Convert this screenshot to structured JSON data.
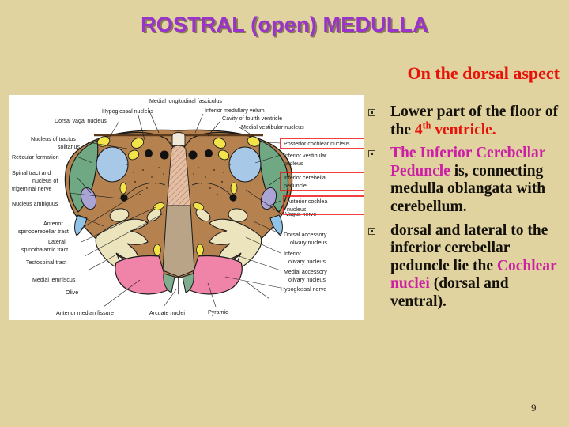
{
  "slide": {
    "title": "ROSTRAL (open) MEDULLA",
    "subtitle": "On the dorsal aspect",
    "page_number": "9",
    "background_color": "#e0d3a0",
    "title_color": "#9933cc",
    "subtitle_color": "#e81208",
    "accent_magenta": "#cc1fa5",
    "accent_red": "#e81208",
    "highlight_box_color": "#ee1111"
  },
  "bullets": [
    {
      "id": "bullet-1",
      "marker": "square-dot-bullet",
      "runs": [
        {
          "text": "Lower part of the floor of the ",
          "color": "black"
        },
        {
          "text": "4",
          "color": "red"
        },
        {
          "text": "th",
          "color": "red",
          "sup": true
        },
        {
          "text": " ventricle.",
          "color": "red"
        }
      ]
    },
    {
      "id": "bullet-2",
      "marker": "square-dot-bullet",
      "runs": [
        {
          "text": "The Inferior Cerebellar Peduncle",
          "color": "magenta"
        },
        {
          "text": " is, connecting medulla oblangata with cerebellum.",
          "color": "black"
        }
      ]
    },
    {
      "id": "bullet-3",
      "marker": "square-dot-bullet",
      "runs": [
        {
          "text": "dorsal and lateral to the inferior cerebellar peduncle lie the ",
          "color": "black"
        },
        {
          "text": "Cochlear nuclei",
          "color": "magenta"
        },
        {
          "text": " (dorsal and ventral).",
          "color": "black"
        }
      ]
    }
  ],
  "figure": {
    "name": "rostral-open-medulla-cross-section",
    "labels_left": [
      "Nucleus of tractus",
      "solitarius",
      "Reticular formation",
      "Spinal tract and",
      "nucleus of",
      "trigeminal nerve",
      "Nucleus ambiguus",
      "Anterior",
      "spinocerebellar tract",
      "Lateral",
      "spinothalamic tract",
      "Tectospinal tract",
      "Medial lemniscus",
      "Olive"
    ],
    "labels_top": [
      "Medial longitudinal fasciculus",
      "Hypoglossal nucleus",
      "Dorsal vagal nucleus",
      "Inferior medullary velum",
      "Cavity of fourth ventricle",
      "Medial vestibular nucleus"
    ],
    "labels_right": [
      "Posterior cochlear nucleus",
      "Inferior vestibular",
      "nucleus",
      "Inferior cerebella",
      "peduncle",
      "Anterior cochlea",
      "nucleus",
      "Vagus nerve",
      "Dorsal accessory",
      "olivary nucleus",
      "Inferior",
      "olivary nucleus",
      "Medial accessory",
      "olivary nucleus",
      "Hypoglossal nerve"
    ],
    "labels_bottom": [
      "Anterior median fissure",
      "Arcuate nuclei",
      "Pyramid"
    ],
    "highlighted_labels": [
      "Posterior cochlear nucleus",
      "Inferior cerebella peduncle",
      "Anterior cochlea nucleus"
    ],
    "structure_colors": {
      "tegmentum": "#b5824f",
      "cochlear_peduncle_green": "#6fa882",
      "inferior_olivary_cream": "#ece4bd",
      "ventricle_blue": "#a8c8e8",
      "pyramid_pink": "#f083a8",
      "nuclei_yellow": "#f2e34a",
      "raphe_hatch": "#d9a98a",
      "small_violet": "#a9a4d4"
    }
  }
}
